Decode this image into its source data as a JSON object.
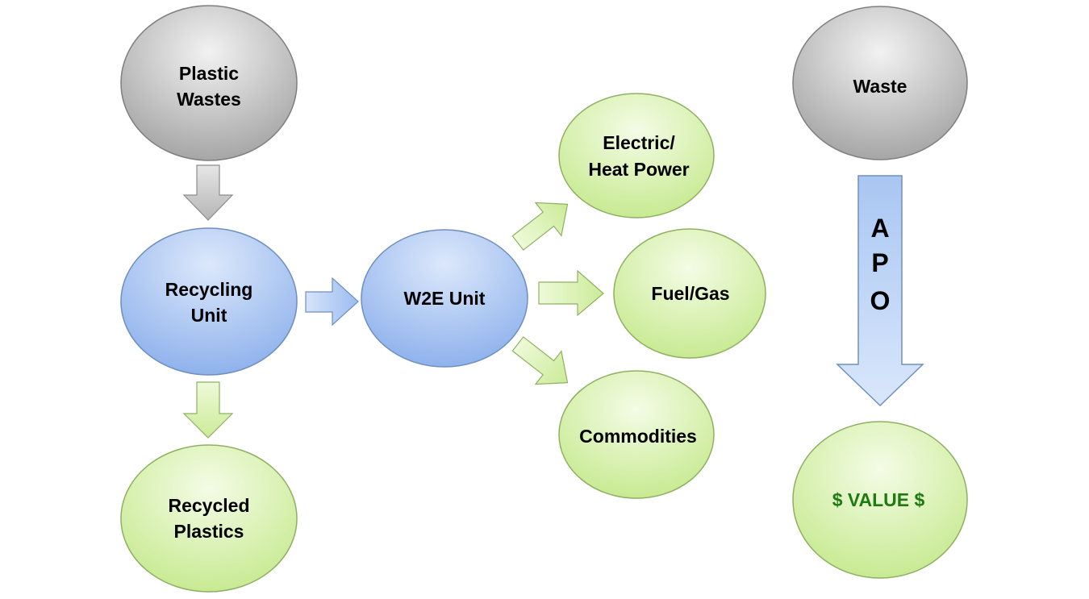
{
  "nodes": {
    "plastic_wastes": {
      "line1": "Plastic",
      "line2": "Wastes"
    },
    "recycling_unit": {
      "line1": "Recycling",
      "line2": "Unit"
    },
    "recycled_plastics": {
      "line1": "Recycled",
      "line2": "Plastics"
    },
    "w2e_unit": {
      "label": "W2E Unit"
    },
    "electric_heat_power": {
      "line1": "Electric/",
      "line2": "Heat Power"
    },
    "fuel_gas": {
      "label": "Fuel/Gas"
    },
    "commodities": {
      "label": "Commodities"
    },
    "waste": {
      "label": "Waste"
    },
    "value": {
      "label": "$ VALUE $"
    }
  },
  "apo_arrow": {
    "letters": [
      "A",
      "P",
      "O"
    ]
  },
  "colors": {
    "gray_fill": "#c7c7c7",
    "gray_stroke": "#7f7f7f",
    "blue_fill": "#a9c6f1",
    "blue_stroke": "#6f8fbf",
    "green_fill": "#d8f1b0",
    "green_stroke": "#8fb063",
    "value_text": "#1f7a12"
  }
}
